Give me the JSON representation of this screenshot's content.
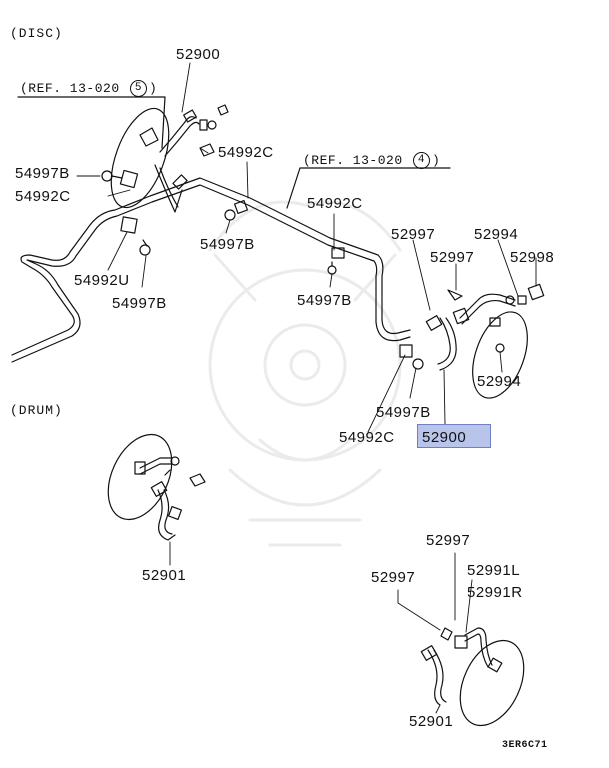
{
  "sections": {
    "disc": "(DISC)",
    "drum": "(DRUM)"
  },
  "refs": {
    "ref_left_text": "(REF. 13-020",
    "ref_left_num": "5",
    "ref_right_text": "(REF. 13-020",
    "ref_right_num": "4"
  },
  "labels": {
    "p52900_top": "52900",
    "p54992c_a": "54992C",
    "p54997b_left": "54997B",
    "p54992c_left": "54992C",
    "p54997b_mid": "54997B",
    "p54992c_mid": "54992C",
    "p54992u": "54992U",
    "p54997b_lower": "54997B",
    "p54997b_center": "54997B",
    "p52997_a": "52997",
    "p52997_b": "52997",
    "p52994_top": "52994",
    "p52998": "52998",
    "p52994_bottom": "52994",
    "p54997b_right": "54997B",
    "p54992c_right": "54992C",
    "p52901_left": "52901",
    "p52997_c": "52997",
    "p52997_d": "52997",
    "p52991l": "52991L",
    "p52991r": "52991R",
    "p52901_right": "52901"
  },
  "highlight": {
    "part": "52900",
    "color": "#b9c4ea"
  },
  "diagram_code": "3ER6C71"
}
